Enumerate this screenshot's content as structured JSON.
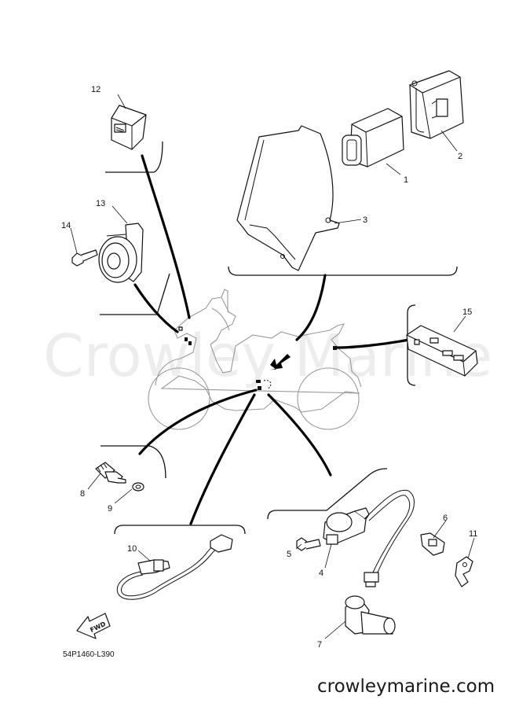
{
  "diagram": {
    "diagram_code": "54P1460-L390",
    "website": "crowleymarine.com",
    "watermark": "Crowley Marine",
    "fwd_label": "FWD",
    "callouts": [
      {
        "id": "c1",
        "label": "1"
      },
      {
        "id": "c2",
        "label": "2"
      },
      {
        "id": "c3",
        "label": "3"
      },
      {
        "id": "c4",
        "label": "4"
      },
      {
        "id": "c5",
        "label": "5"
      },
      {
        "id": "c6",
        "label": "6"
      },
      {
        "id": "c7",
        "label": "7"
      },
      {
        "id": "c8",
        "label": "8"
      },
      {
        "id": "c9",
        "label": "9"
      },
      {
        "id": "c10",
        "label": "10"
      },
      {
        "id": "c11",
        "label": "11"
      },
      {
        "id": "c12",
        "label": "12"
      },
      {
        "id": "c13",
        "label": "13"
      },
      {
        "id": "c14",
        "label": "14"
      },
      {
        "id": "c15",
        "label": "15"
      }
    ]
  }
}
